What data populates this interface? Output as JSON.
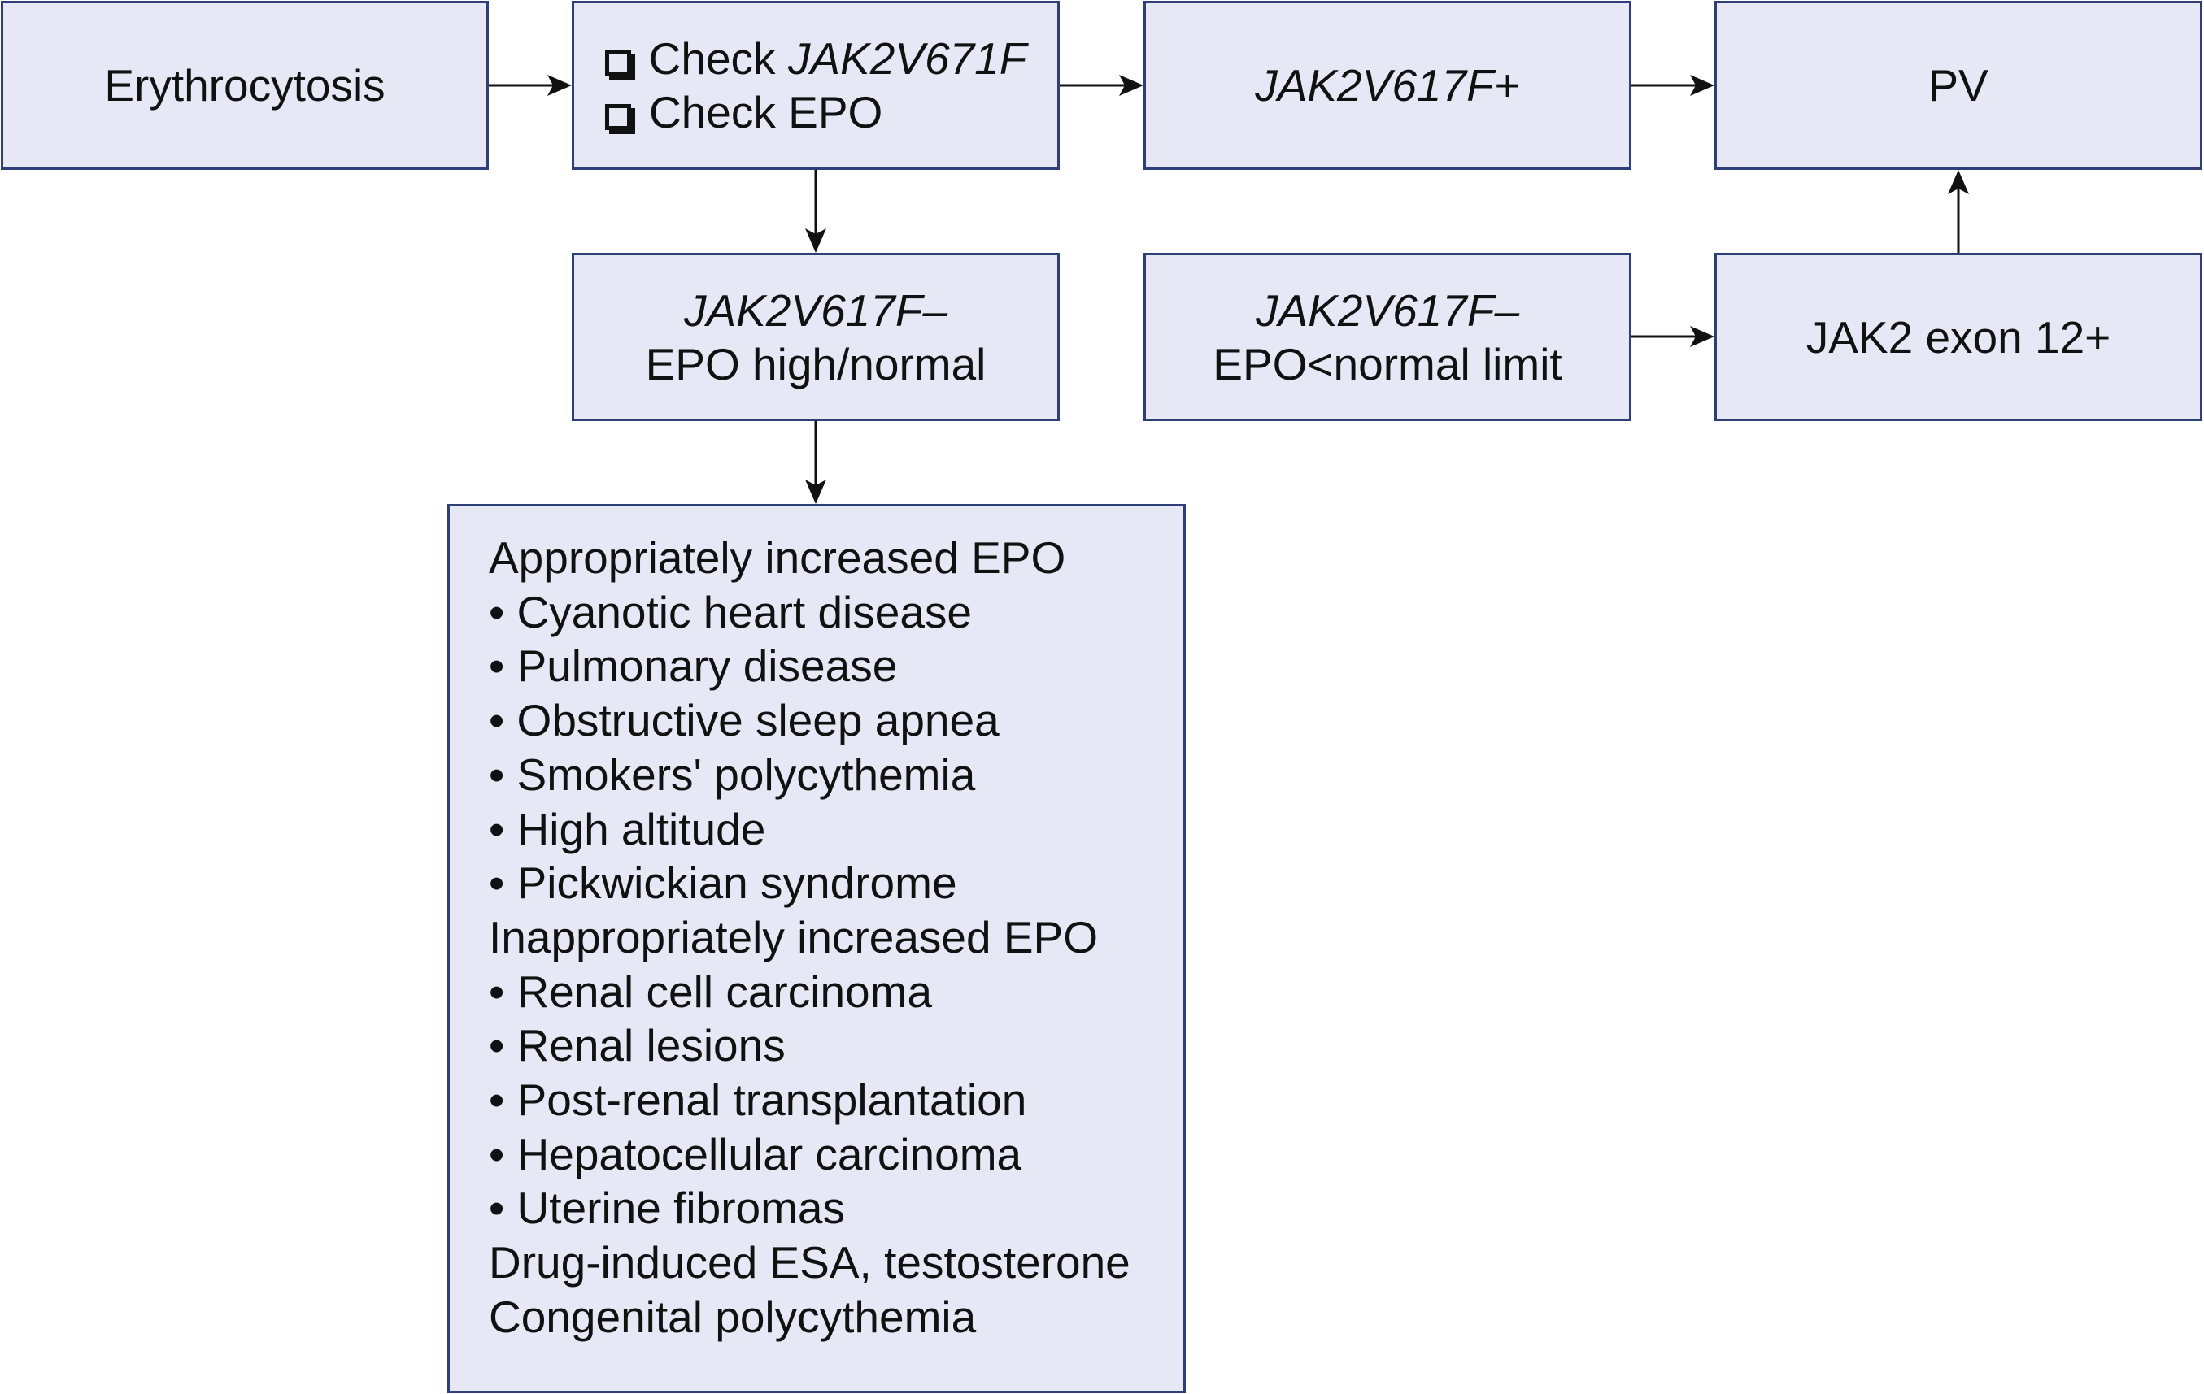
{
  "nodes": {
    "erythrocytosis": {
      "text": "Erythrocytosis"
    },
    "check": {
      "line1_prefix": "Check ",
      "line1_gene": "JAK2V671F",
      "line2": "Check EPO"
    },
    "jak_pos": {
      "text": "JAK2V617F+"
    },
    "pv": {
      "text": "PV"
    },
    "jak_neg_high": {
      "line1": "JAK2V617F–",
      "line2": "EPO high/normal"
    },
    "jak_neg_low": {
      "line1": "JAK2V617F–",
      "line2": "EPO<normal limit"
    },
    "exon12": {
      "text": "JAK2 exon 12+"
    },
    "causes": {
      "lines": [
        "Appropriately increased EPO",
        "• Cyanotic heart disease",
        "• Pulmonary disease",
        "• Obstructive sleep apnea",
        "• Smokers' polycythemia",
        "• High altitude",
        "• Pickwickian syndrome",
        "Inappropriately increased EPO",
        "• Renal cell carcinoma",
        "• Renal lesions",
        "• Post-renal transplantation",
        "• Hepatocellular carcinoma",
        "• Uterine fibromas",
        "Drug-induced ESA, testosterone",
        "Congenital polycythemia"
      ]
    }
  },
  "colors": {
    "box_fill": "#e6e8f5",
    "box_border": "#2e3f78",
    "arrow": "#111111"
  }
}
